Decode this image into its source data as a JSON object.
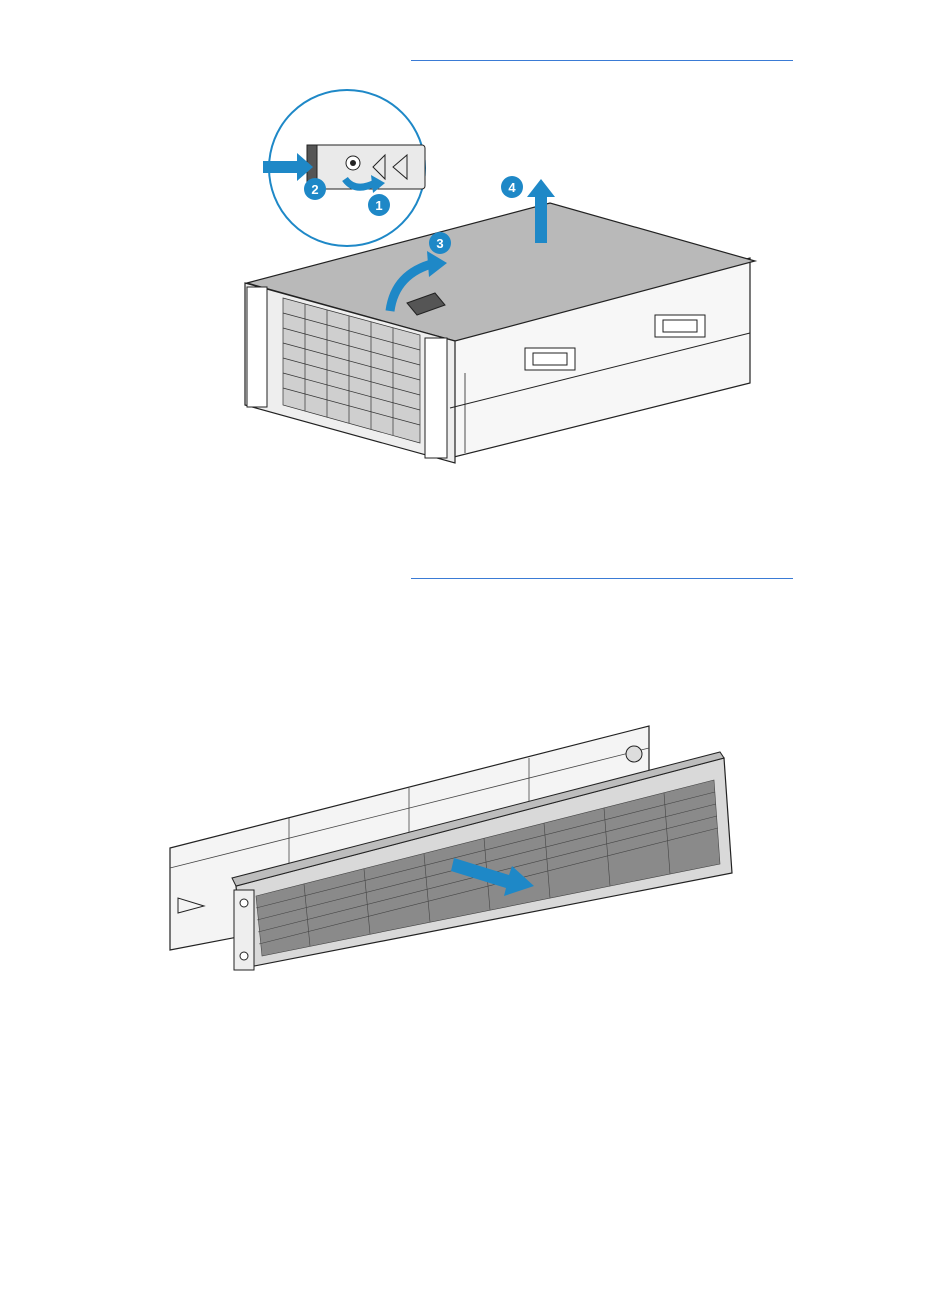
{
  "colors": {
    "accent": "#1e88c7",
    "rule": "#3a7bd5",
    "line": "#222222",
    "panel": "#dcdcdc",
    "lid": "#b9b9b9"
  },
  "figure_cover": {
    "step_labels": [
      "1",
      "2",
      "3",
      "4"
    ]
  },
  "icons": [
    "push-arrow-icon",
    "rotate-arrow-icon",
    "lift-arrow-icon",
    "slide-arrow-icon",
    "lock-screw-icon",
    "warning-triangle-icon"
  ]
}
